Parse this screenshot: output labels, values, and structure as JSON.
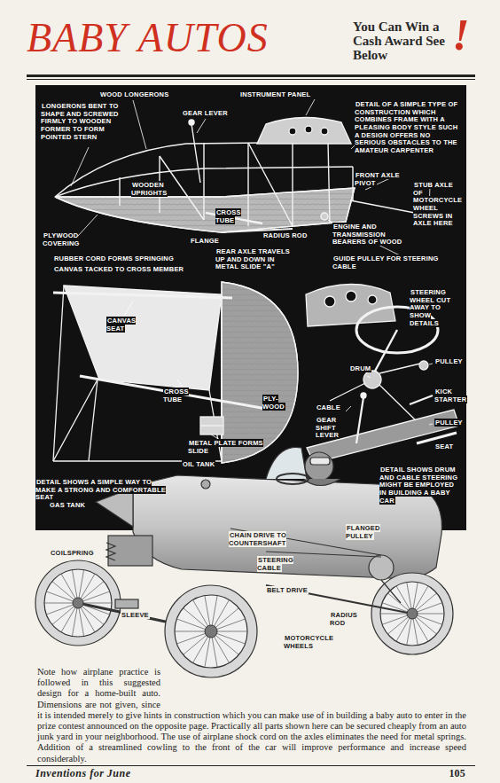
{
  "diagram": {
    "title": "BABY AUTOS",
    "caption": "Note how airplane practice is followed in this suggested design for a home-built auto. Dimensions are not given, since it is intended merely to give hints in construction which you can make use of in building a baby auto to enter in the prize contest announced on the opposite page. Practically all parts shown here can be secured cheaply from an auto junk yard in your neighborhood. The use of airplane shock cord on the axles eliminates the need for metal springs. Addition of a streamlined cowling to the front of the car will improve performance and increase speed considerably.",
    "labels": [
      "WOOD LONGERONS",
      "INSTRUMENT PANEL",
      "LONGERONS BENT TO SHAPE AND SCREWED FIRMLY TO WOODEN FORMER TO FORM POINTED STERN",
      "GEAR LEVER",
      "DETAIL OF A SIMPLE TYPE OF CONSTRUCTION WHICH COMBINES FRAME WITH A PLEASING BODY STYLE SUCH A DESIGN OFFERS NO SERIOUS OBSTACLES TO THE AMATEUR CARPENTER",
      "WOODEN UPRIGHTS",
      "FRONT AXLE PIVOT",
      "STUB AXLE OF MOTORCYCLE WHEEL SCREWS IN AXLE HERE",
      "CROSS TUBE",
      "PLYWOOD COVERING",
      "FLANGE",
      "RADIUS ROD",
      "ENGINE AND TRANSMISSION BEARERS OF WOOD",
      "RUBBER CORD FORMS SPRINGING",
      "REAR AXLE TRAVELS UP AND DOWN IN METAL SLIDE \"A\"",
      "GUIDE PULLEY FOR STEERING CABLE",
      "CANVAS TACKED TO CROSS MEMBER",
      "CANVAS SEAT",
      "CROSS TUBE",
      "PLY-WOOD",
      "METAL PLATE FORMS SLIDE",
      "DETAIL SHOWS A SIMPLE WAY TO MAKE A STRONG AND COMFORTABLE SEAT",
      "STEERING WHEEL CUT AWAY TO SHOW DETAILS",
      "PULLEY",
      "DRUM",
      "CABLE",
      "GEAR SHIFT LEVER",
      "KICK STARTER",
      "PULLEY",
      "SEAT",
      "DETAIL SHOWS DRUM AND CABLE STEERING MIGHT BE EMPLOYED IN BUILDING A BABY CAR",
      "OIL TANK",
      "GAS TANK",
      "CHAIN DRIVE TO COUNTERSHAFT",
      "FLANGED PULLEY",
      "COILSPRING",
      "STEERING CABLE",
      "SLEEVE",
      "MOTORCYCLE WHEELS",
      "BELT DRIVE",
      "RADIUS ROD",
      "You Can Win a Cash Award See Below",
      "!",
      "Inventions for June",
      "105"
    ]
  }
}
